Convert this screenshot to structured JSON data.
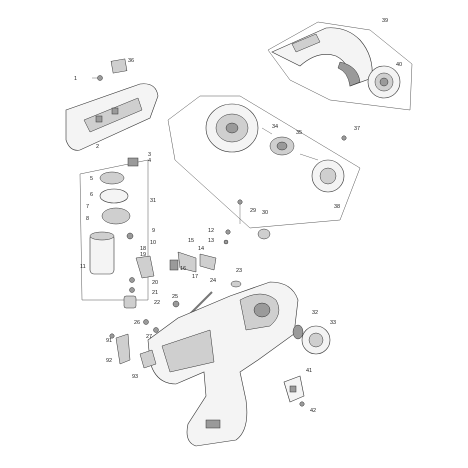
{
  "callouts": [
    "1",
    "2",
    "3",
    "4",
    "5",
    "6",
    "7",
    "8",
    "9",
    "10",
    "11",
    "12",
    "13",
    "14",
    "15",
    "16",
    "17",
    "18",
    "19",
    "20",
    "21",
    "22",
    "23",
    "24",
    "25",
    "26",
    "27",
    "29",
    "30",
    "31",
    "32",
    "33",
    "34",
    "35",
    "36",
    "37",
    "38",
    "39",
    "40",
    "41",
    "42",
    "91",
    "92",
    "93"
  ]
}
